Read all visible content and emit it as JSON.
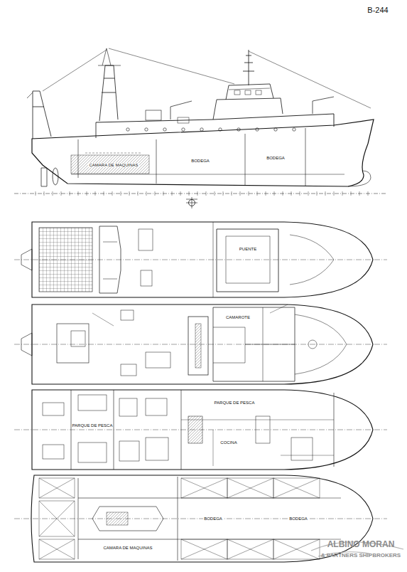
{
  "diagram": {
    "labels": [
      "B-244",
      "CAMARA DE MAQUINAS",
      "BODEGA",
      "BODEGA",
      "PARQUE DE PESCA",
      "PARQUE DE PESCA",
      "COCINA",
      "BODEGA",
      "BODEGA",
      "CAMARA DE MAQUINAS",
      "PUENTE",
      "CAMAROTE",
      "ALBINO MORAN",
      "& PARTNERS SHIPBROKERS"
    ]
  }
}
